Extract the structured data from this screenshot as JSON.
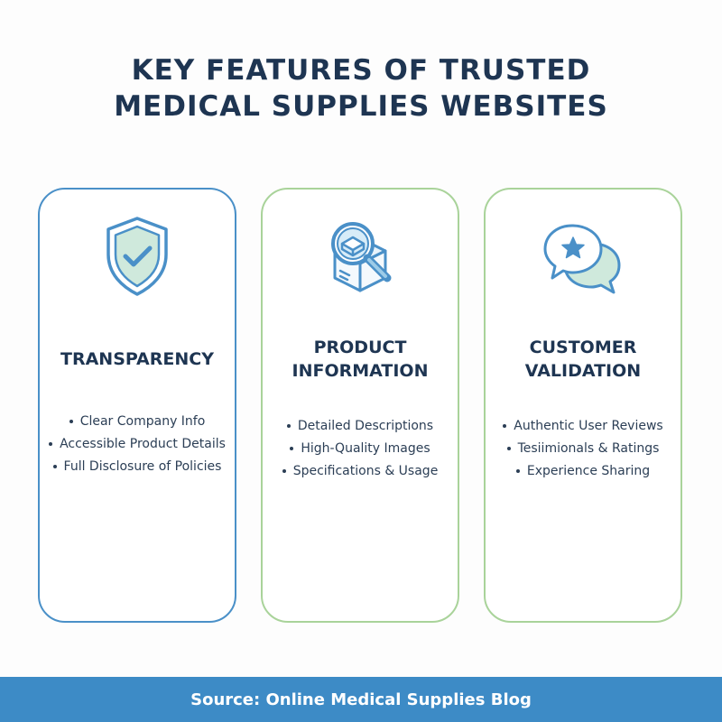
{
  "title": {
    "line1": "KEY FEATURES OF TRUSTED",
    "line2": "MEDICAL SUPPLIES WEBSITES"
  },
  "cards": [
    {
      "icon": "shield-check-icon",
      "heading_lines": [
        "TRANSPARENCY"
      ],
      "items": [
        "Clear Company Info",
        "Accessible Product Details",
        "Full Disclosure of Policies"
      ]
    },
    {
      "icon": "magnifier-box-icon",
      "heading_lines": [
        "PRODUCT",
        "INFORMATION"
      ],
      "items": [
        "Detailed Descriptions",
        "High-Quality Images",
        "Specifications & Usage"
      ]
    },
    {
      "icon": "chat-bubbles-star-icon",
      "heading_lines": [
        "CUSTOMER",
        "VALIDATION"
      ],
      "items": [
        "Authentic User Reviews",
        "Tesiimionals & Ratings",
        "Experience Sharing"
      ]
    }
  ],
  "footer": {
    "source": "Source: Online Medical Supplies Blog"
  },
  "colors": {
    "title": "#1e3552",
    "blue_accent": "#4a90c8",
    "green_accent": "#a9d39a",
    "footer_bar": "#3d8bc6"
  }
}
